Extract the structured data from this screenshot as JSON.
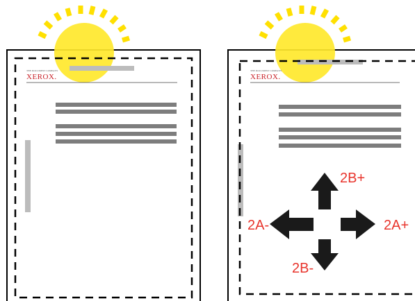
{
  "left_sheet": {
    "logo_tagline": "THE DOCUMENT COMPANY",
    "logo_text": "XEROX."
  },
  "right_sheet": {
    "logo_tagline": "THE DOCUMENT COMPANY",
    "logo_text": "XEROX."
  },
  "arrows": {
    "up_label": "2B+",
    "down_label": "2B-",
    "left_label": "2A-",
    "right_label": "2A+"
  },
  "colors": {
    "sun": "#ffe82c",
    "sun_rays": "#ffe000",
    "arrow": "#1a1a1a",
    "label": "#e8342c",
    "gray_bar": "#7d7d7d",
    "light_gray_bar": "#bcbcbc"
  }
}
